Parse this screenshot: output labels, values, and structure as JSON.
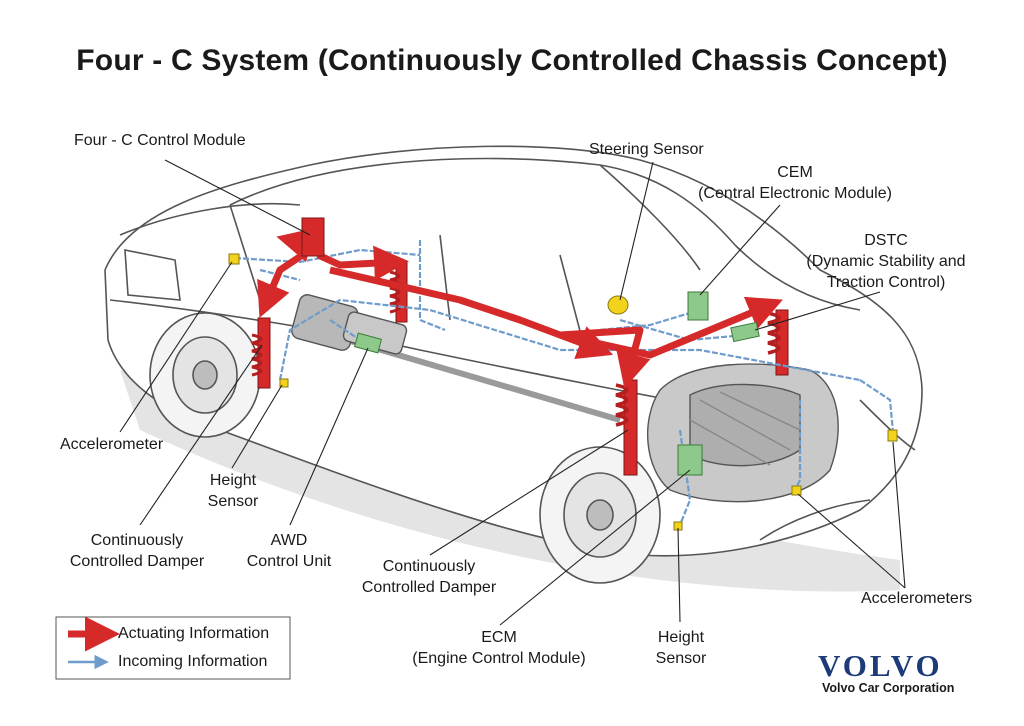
{
  "title": "Four - C System (Continuously Controlled Chassis Concept)",
  "labels": {
    "control_module": "Four - C Control Module",
    "steering_sensor": "Steering Sensor",
    "cem_line1": "CEM",
    "cem_line2": "(Central Electronic Module)",
    "dstc_line1": "DSTC",
    "dstc_line2": "(Dynamic Stability and",
    "dstc_line3": "Traction Control)",
    "accelerometer": "Accelerometer",
    "height_sensor_rear_line1": "Height",
    "height_sensor_rear_line2": "Sensor",
    "damper_rear_line1": "Continuously",
    "damper_rear_line2": "Controlled Damper",
    "awd_line1": "AWD",
    "awd_line2": "Control Unit",
    "damper_front_line1": "Continuously",
    "damper_front_line2": "Controlled Damper",
    "ecm_line1": "ECM",
    "ecm_line2": "(Engine Control Module)",
    "height_sensor_front_line1": "Height",
    "height_sensor_front_line2": "Sensor",
    "accelerometers": "Accelerometers"
  },
  "legend": {
    "actuating": "Actuating Information",
    "incoming": "Incoming Information"
  },
  "brand": {
    "name": "VOLVO",
    "corporation": "Volvo Car Corporation"
  },
  "colors": {
    "actuating_red": "#d62a2a",
    "incoming_blue": "#6f9ccc",
    "module_green": "#8cc98a",
    "sensor_yellow": "#f2d21a",
    "brand_blue": "#1c3b78"
  }
}
